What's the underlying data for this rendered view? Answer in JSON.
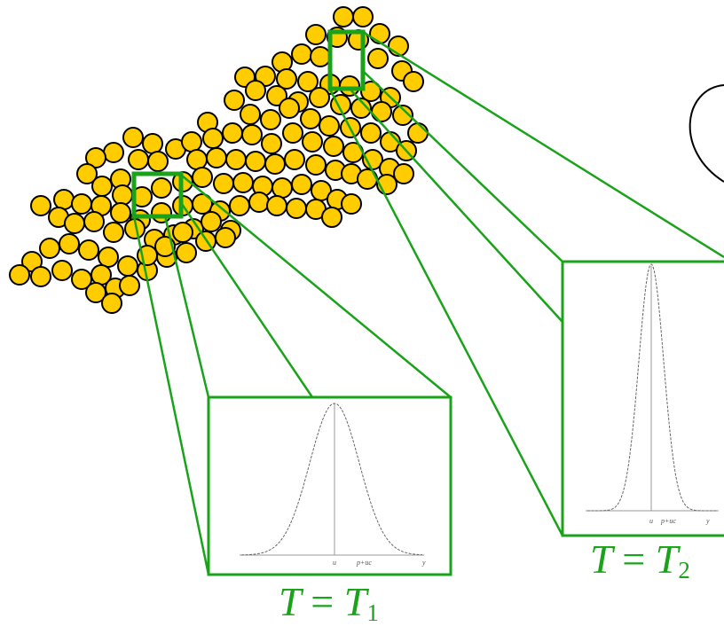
{
  "colors": {
    "particle_fill": "#ffcc00",
    "particle_stroke": "#000000",
    "zoom_green": "#1aa31a",
    "curve": "#666666"
  },
  "panels": [
    {
      "id": "T1",
      "caption": {
        "var": "T",
        "eq": "=",
        "sub_var": "T",
        "sub": "1"
      },
      "axis_labels": {
        "center": "u",
        "right_mark": "p+uc",
        "end": "y"
      }
    },
    {
      "id": "T2",
      "caption": {
        "var": "T",
        "eq": "=",
        "sub_var": "T",
        "sub": "2"
      },
      "axis_labels": {
        "center": "u",
        "right_mark": "p+uc",
        "end": "y"
      }
    }
  ]
}
